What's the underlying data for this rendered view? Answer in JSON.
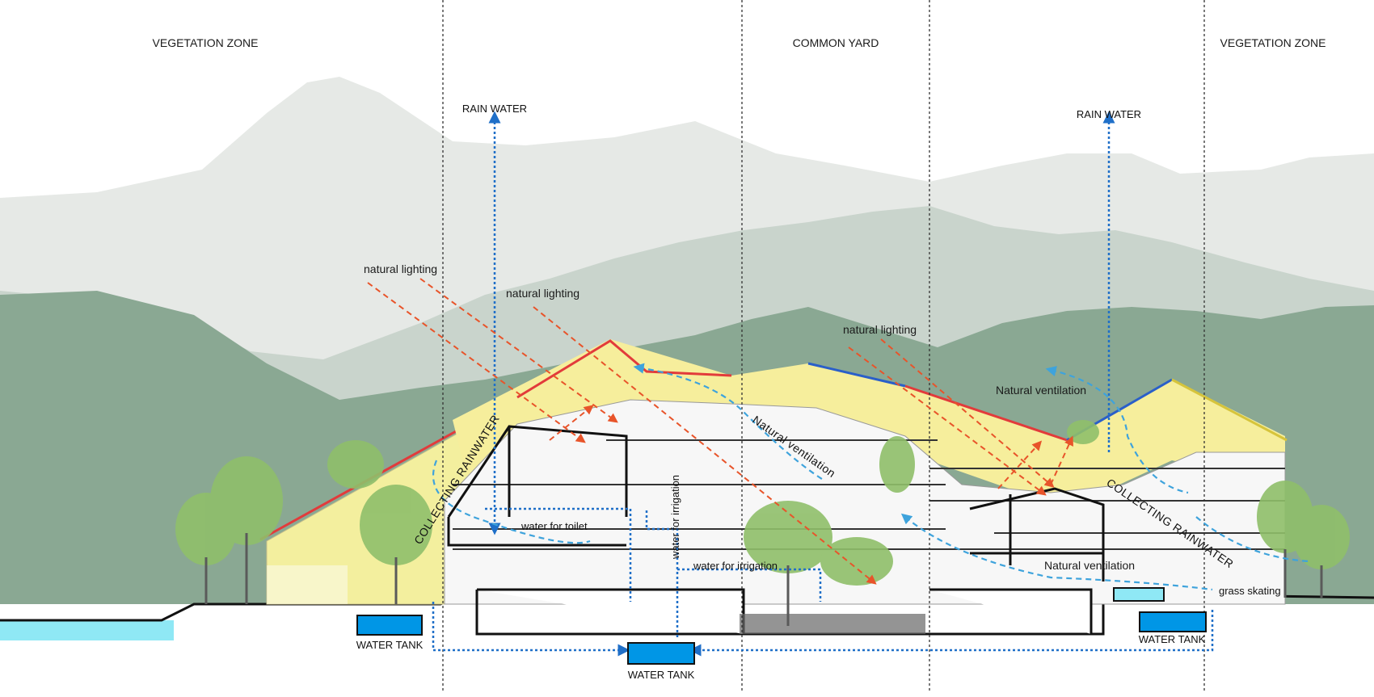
{
  "zones": {
    "left": "VEGETATION ZONE",
    "middle": "COMMON YARD",
    "right": "VEGETATION ZONE"
  },
  "rain": {
    "left": "RAIN WATER",
    "right": "RAIN WATER"
  },
  "lighting": {
    "first": "natural lighting",
    "second": "natural lighting",
    "third": "natural lighting"
  },
  "ventilation": {
    "upper_right": "Natural ventilation",
    "diagonal": "Natural ventilation",
    "lower_right": "Natural ventilation"
  },
  "rainwater_collection": {
    "left": "COLLECTING RAINWATER",
    "right": "COLLECTING RAINWATER"
  },
  "water_use": {
    "toilet": "water for toilet",
    "irrigation_vertical": "water for irrigation",
    "irrigation_horizontal": "water for irrigation"
  },
  "activities": {
    "grass_skating": "grass skating"
  },
  "tanks": {
    "left": "WATER TANK",
    "center": "WATER TANK",
    "right": "WATER TANK"
  },
  "colors": {
    "mountain_far": "#e6e9e6",
    "mountain_mid": "#c9d4cc",
    "mountain_near": "#8aa893",
    "roof_yellow": "#f6ee9c",
    "rain_blue": "#1f6fc8",
    "light_orange": "#e8542a",
    "vent_blue": "#3ea3dc",
    "tank_blue": "#0096e6",
    "water_cyan": "#8fe8f5",
    "tree_green": "#8fbf6a"
  }
}
